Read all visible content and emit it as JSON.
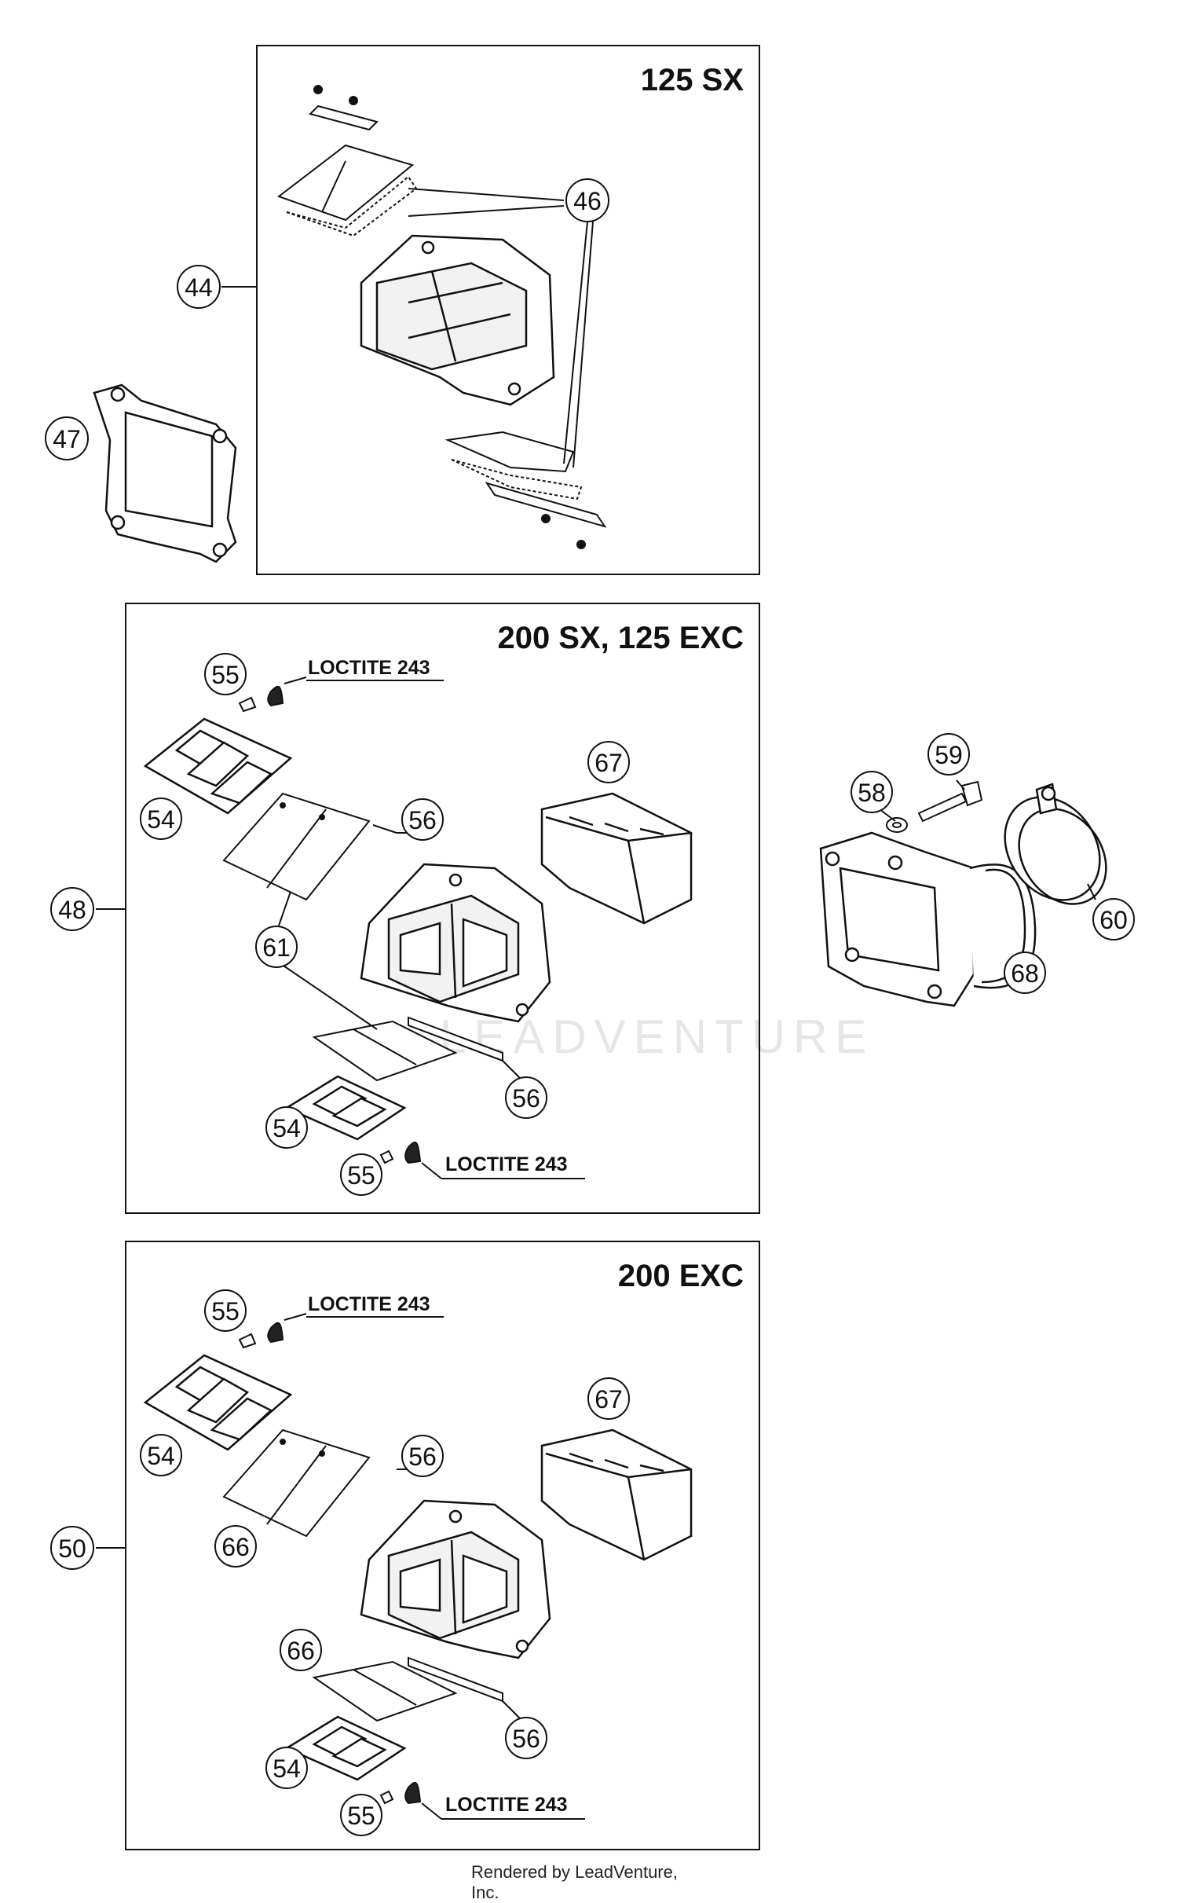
{
  "panels": {
    "top": {
      "title": "125 SX"
    },
    "middle": {
      "title": "200 SX, 125 EXC"
    },
    "bottom": {
      "title": "200 EXC"
    }
  },
  "callouts": {
    "c44": "44",
    "c46": "46",
    "c47": "47",
    "c48": "48",
    "c50": "50",
    "c54": "54",
    "c55": "55",
    "c56": "56",
    "c58": "58",
    "c59": "59",
    "c60": "60",
    "c61": "61",
    "c66": "66",
    "c67": "67",
    "c68": "68"
  },
  "notes": {
    "loctite": "LOCTITE 243"
  },
  "watermark": "LEADVENTURE",
  "footer": "Rendered by LeadVenture, Inc."
}
